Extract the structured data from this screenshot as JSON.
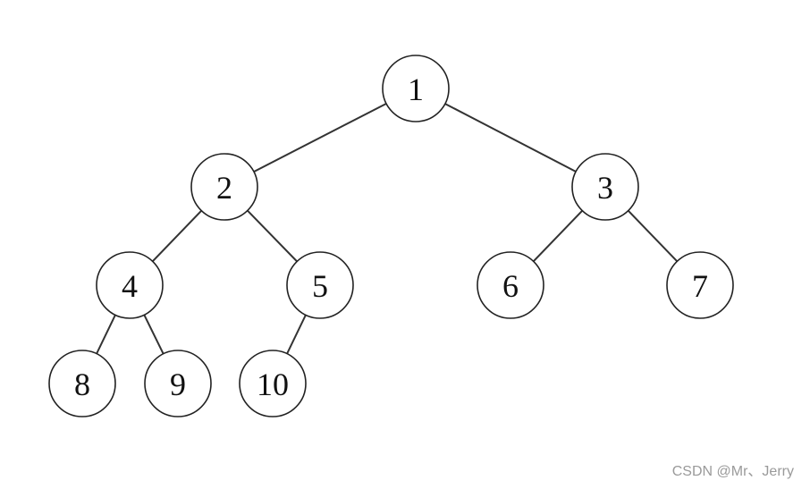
{
  "diagram": {
    "type": "binary-tree",
    "nodes": [
      {
        "id": "1",
        "label": "1"
      },
      {
        "id": "2",
        "label": "2"
      },
      {
        "id": "3",
        "label": "3"
      },
      {
        "id": "4",
        "label": "4"
      },
      {
        "id": "5",
        "label": "5"
      },
      {
        "id": "6",
        "label": "6"
      },
      {
        "id": "7",
        "label": "7"
      },
      {
        "id": "8",
        "label": "8"
      },
      {
        "id": "9",
        "label": "9"
      },
      {
        "id": "10",
        "label": "10"
      }
    ],
    "edges": [
      {
        "from": "1",
        "to": "2"
      },
      {
        "from": "1",
        "to": "3"
      },
      {
        "from": "2",
        "to": "4"
      },
      {
        "from": "2",
        "to": "5"
      },
      {
        "from": "3",
        "to": "6"
      },
      {
        "from": "3",
        "to": "7"
      },
      {
        "from": "4",
        "to": "8"
      },
      {
        "from": "4",
        "to": "9"
      },
      {
        "from": "5",
        "to": "10"
      }
    ]
  },
  "watermark": {
    "text": "CSDN @Mr、Jerry"
  }
}
